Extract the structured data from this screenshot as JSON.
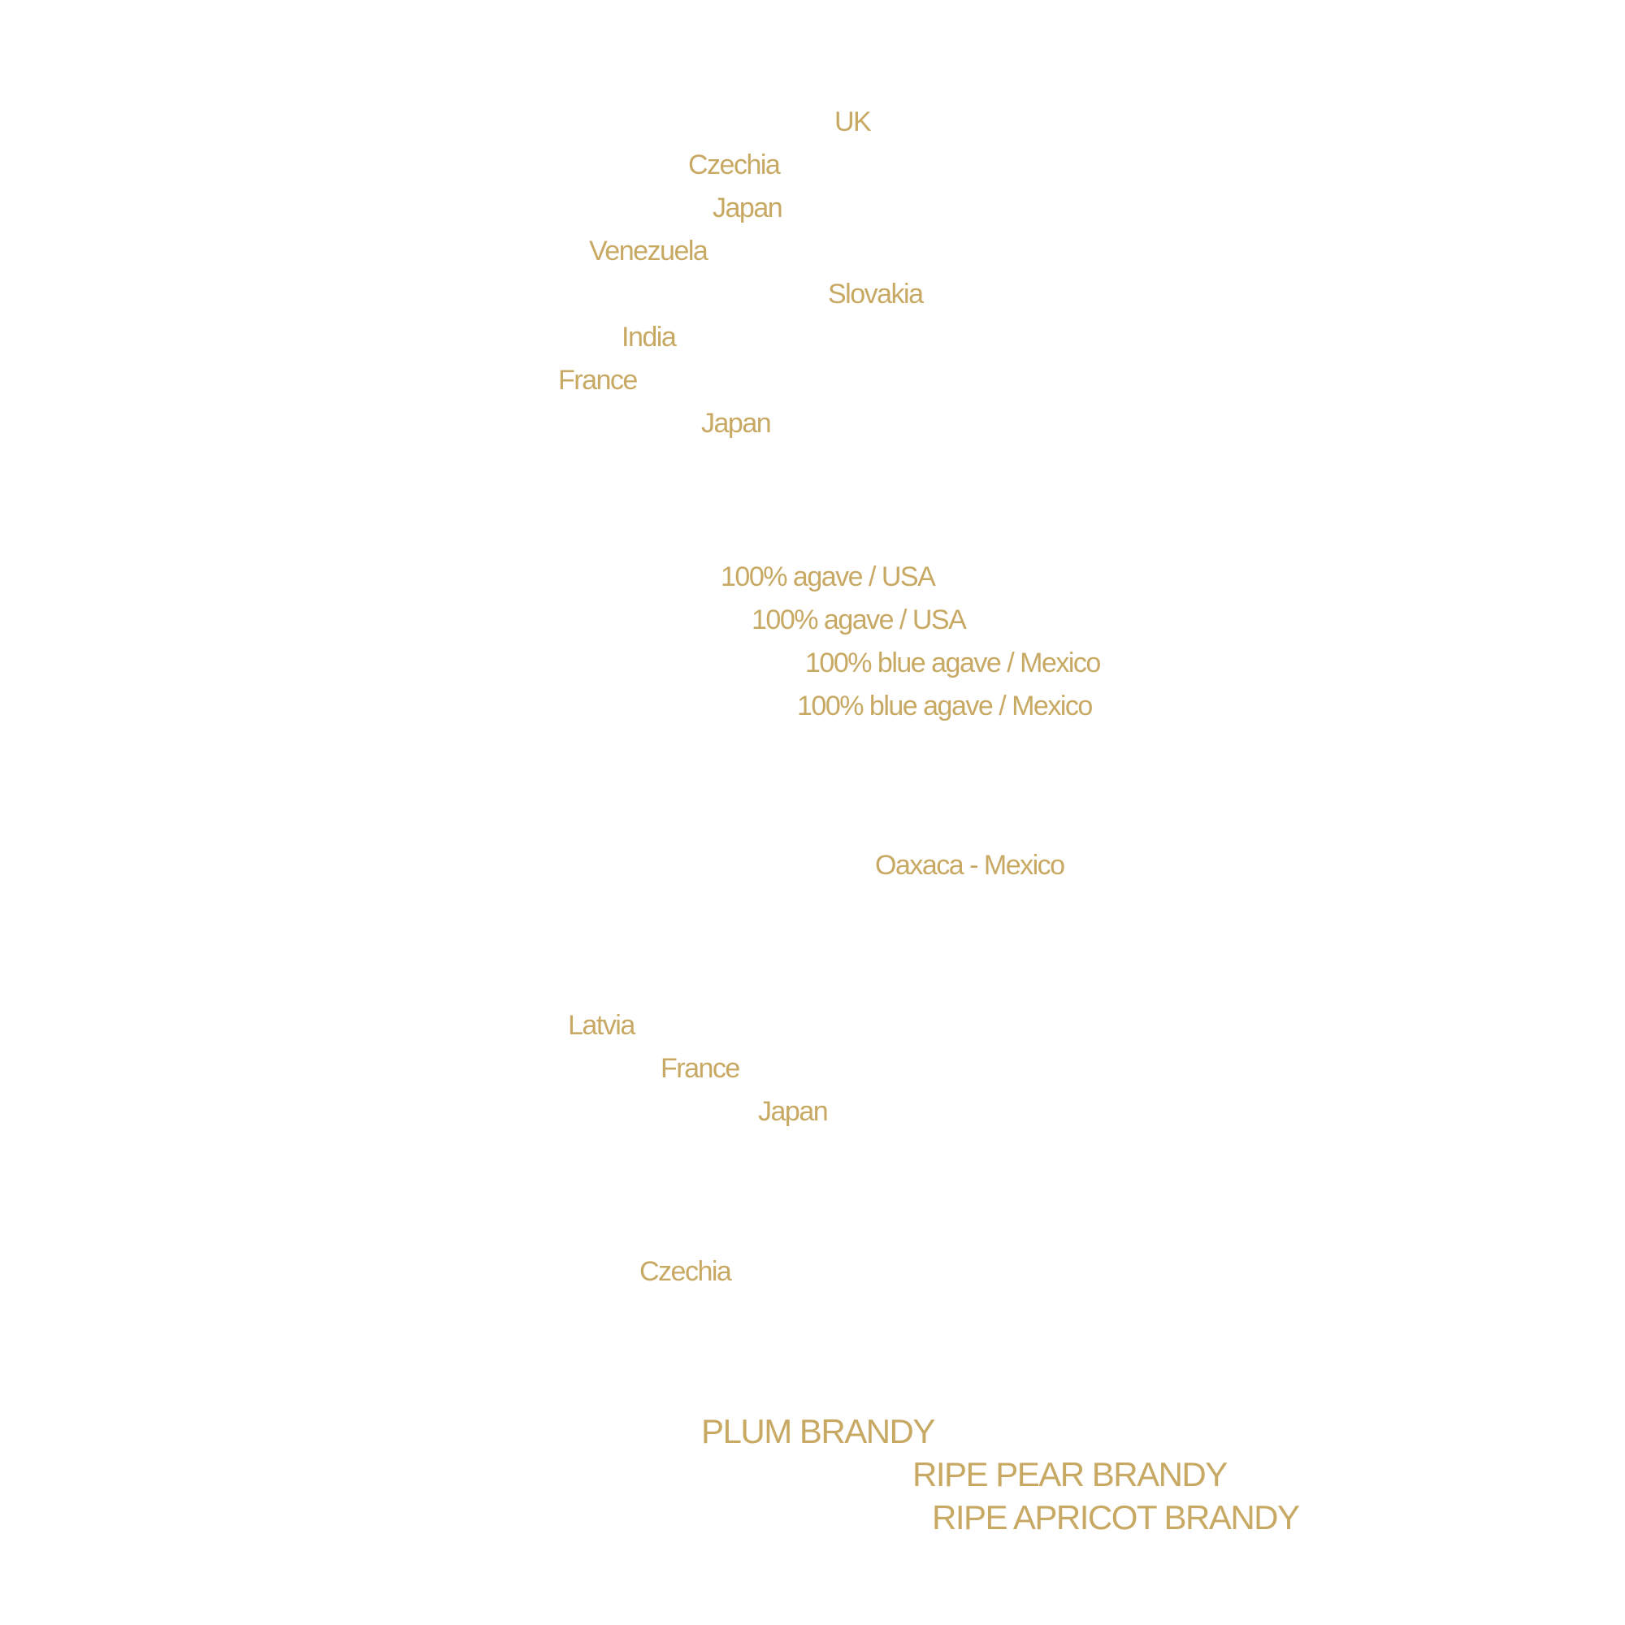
{
  "colors": {
    "accent": "#c8a964",
    "faint_text": "#f7f7f7",
    "background": "#ffffff"
  },
  "gin": [
    {
      "origin": "UK"
    },
    {
      "origin": "Czechia"
    },
    {
      "origin": "Japan"
    },
    {
      "origin": "Venezuela"
    },
    {
      "origin": "Slovakia"
    },
    {
      "origin": "India"
    },
    {
      "origin": "France"
    },
    {
      "origin": "Japan"
    }
  ],
  "tequila": [
    {
      "origin": "100% agave / USA"
    },
    {
      "origin": "100% agave / USA"
    },
    {
      "origin": "100% blue agave / Mexico"
    },
    {
      "origin": "100% blue agave / Mexico"
    }
  ],
  "mezcal": [
    {
      "origin": "Oaxaca - Mexico"
    }
  ],
  "vodka": [
    {
      "origin": "Latvia"
    },
    {
      "origin": "France"
    },
    {
      "origin": "Japan"
    }
  ],
  "other": [
    {
      "origin": "Czechia"
    }
  ],
  "brandy": [
    {
      "type": "PLUM BRANDY"
    },
    {
      "type": "RIPE PEAR BRANDY"
    },
    {
      "type": "RIPE APRICOT BRANDY"
    }
  ]
}
